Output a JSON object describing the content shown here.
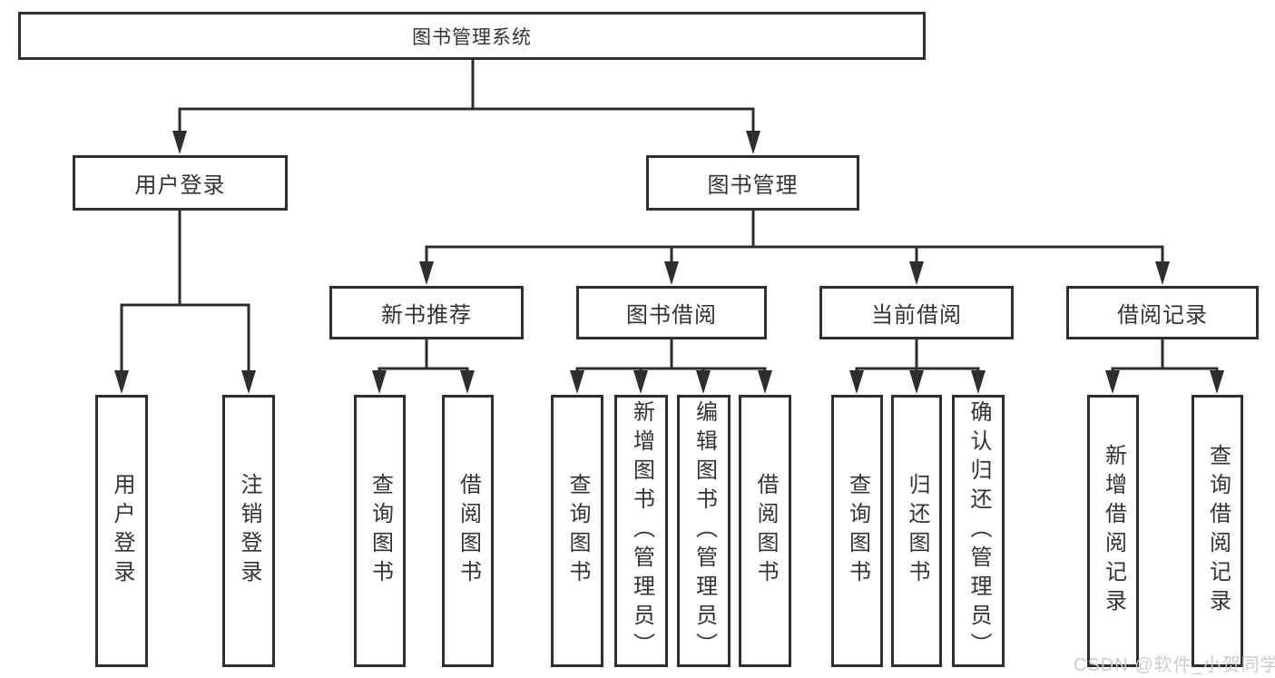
{
  "diagram": {
    "root": "图书管理系统",
    "branches": {
      "user_login": "用户登录",
      "book_mgmt": "图书管理"
    },
    "modules": {
      "new_books": "新书推荐",
      "book_borrow": "图书借阅",
      "current_borrow": "当前借阅",
      "borrow_records": "借阅记录"
    },
    "leaves": {
      "user_login_1": "用户登录",
      "user_login_2": "注销登录",
      "new_books_1": "查询图书",
      "new_books_2": "借阅图书",
      "book_borrow_1": "查询图书",
      "book_borrow_2": "新增图书（管理员）",
      "book_borrow_3": "编辑图书（管理员）",
      "book_borrow_4": "借阅图书",
      "current_borrow_1": "查询图书",
      "current_borrow_2": "归还图书",
      "current_borrow_3": "确认归还（管理员）",
      "borrow_records_1": "新增借阅记录",
      "borrow_records_2": "查询借阅记录"
    }
  },
  "watermark": "CSDN @软件_小贺同学",
  "colors": {
    "line": "#2e2e2e",
    "text": "#333333",
    "watermark": "#c9c9c9"
  }
}
